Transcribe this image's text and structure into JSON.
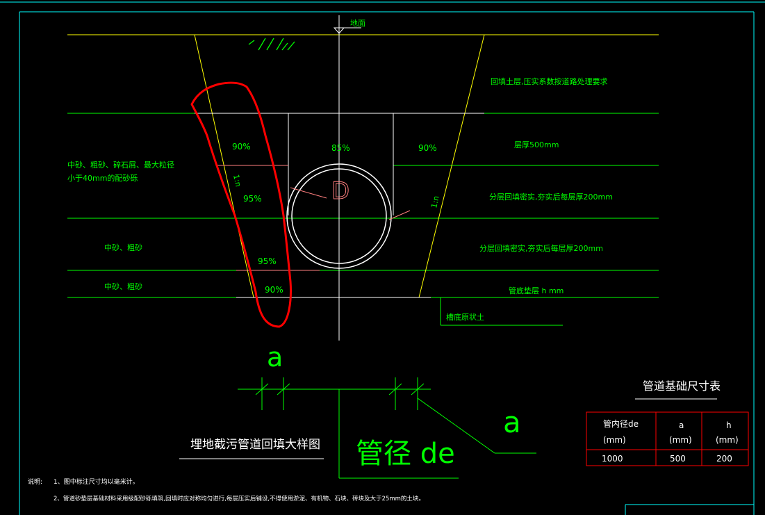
{
  "ground_label": "地面",
  "backfill_top_note": "回填土层,压实系数按道路处理要求",
  "layer_notes": [
    "层厚500mm",
    "分层回填密实,夯实后每层厚200mm",
    "分层回填密实,夯实后每层厚200mm",
    "管底垫层  h  mm"
  ],
  "trench_bottom_label": "槽底原状土",
  "left_material_1_line1": "中砂、粗砂、碎石屑、最大粒径",
  "left_material_1_line2": "小于40mm的配砂砾",
  "left_material_2": "中砂、粗砂",
  "left_material_3": "中砂、粗砂",
  "compaction": {
    "left_top": "90%",
    "center_top": "85%",
    "right_top": "90%",
    "left_mid": "95%",
    "left_lower": "95%",
    "left_bottom": "90%"
  },
  "slope_label": "1:n",
  "pipe_label": "D",
  "dim_label_a": "a",
  "drawing_title": "埋地截污管道回填大样图",
  "legend_pipe_text": "管径  de",
  "legend_a_text": "a",
  "table": {
    "title": "管道基础尺寸表",
    "headers": [
      {
        "line1": "管内径de",
        "line2": "(mm)"
      },
      {
        "line1": "a",
        "line2": "(mm)"
      },
      {
        "line1": "h",
        "line2": "(mm)"
      }
    ],
    "rows": [
      [
        "1000",
        "500",
        "200"
      ]
    ]
  },
  "notes_label": "说明:",
  "notes": [
    "1、图中标注尺寸均以毫米计。",
    "2、管道砂垫层基础材料采用级配砂砾填筑,回填时应对称均匀进行,每层压实后铺设,不得使用淤泥、有机物、石块、砖块及大于25mm的土块。"
  ],
  "colors": {
    "background": "#000000",
    "frame": "#00ffff",
    "layer_line": "#00ff00",
    "trench_side": "#ffff00",
    "structure": "#ffffff",
    "section_line": "#ff7f7f",
    "annotation": "#ff0000",
    "table_border": "#ff0000",
    "label_text": "#00ff00"
  }
}
